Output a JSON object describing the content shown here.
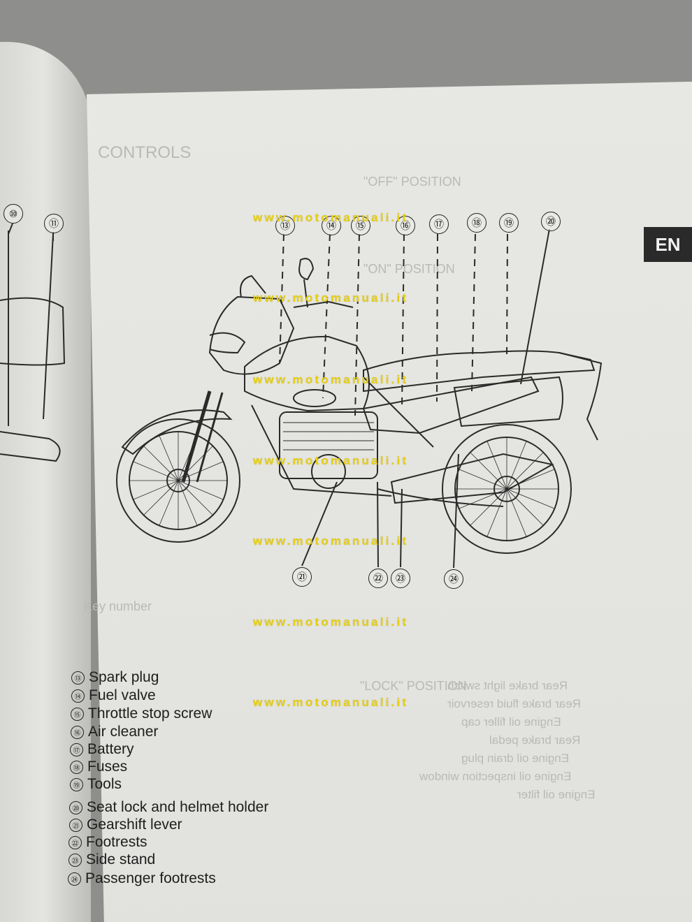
{
  "page_tab": "EN",
  "watermark_text": "www.motomanuali.it",
  "callouts": [
    "⑬",
    "⑭",
    "⑮",
    "⑯",
    "⑰",
    "⑱",
    "⑲",
    "⑳",
    "㉑",
    "㉒",
    "㉓",
    "㉔",
    "⑩",
    "⑪"
  ],
  "legend": [
    {
      "num": "⑬",
      "label": "Spark plug"
    },
    {
      "num": "⑭",
      "label": "Fuel valve"
    },
    {
      "num": "⑮",
      "label": "Throttle stop screw"
    },
    {
      "num": "⑯",
      "label": "Air cleaner"
    },
    {
      "num": "⑰",
      "label": "Battery"
    },
    {
      "num": "⑱",
      "label": "Fuses"
    },
    {
      "num": "⑲",
      "label": "Tools"
    },
    {
      "num": "⑳",
      "label": "Seat lock and helmet holder"
    },
    {
      "num": "㉑",
      "label": "Gearshift lever"
    },
    {
      "num": "㉒",
      "label": "Footrests"
    },
    {
      "num": "㉓",
      "label": "Side stand"
    },
    {
      "num": "㉔",
      "label": "Passenger footrests"
    }
  ],
  "bleed_through": {
    "controls_heading": "CONTROLS",
    "off_position": "\"OFF\" POSITION",
    "on_position": "\"ON\" POSITION",
    "lock_position": "\"LOCK\" POSITION",
    "key_number": "Key number",
    "mirrored_lines": [
      "Rear brake light switch",
      "Rear brake fluid reservoir",
      "Engine oil filler cap",
      "Rear brake pedal",
      "Engine oil drain plug",
      "Engine oil inspection window",
      "Engine oil filter"
    ]
  }
}
